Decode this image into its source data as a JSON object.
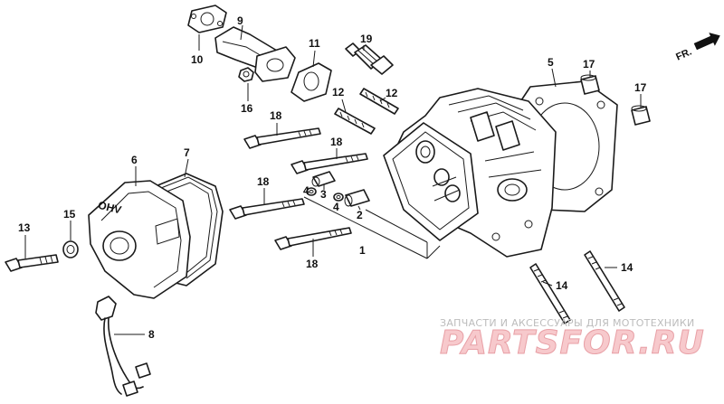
{
  "callouts": {
    "c1": "1",
    "c2": "2",
    "c3": "3",
    "c4a": "4",
    "c4b": "4",
    "c5": "5",
    "c6": "6",
    "c7": "7",
    "c8": "8",
    "c9": "9",
    "c10": "10",
    "c11": "11",
    "c12a": "12",
    "c12b": "12",
    "c13": "13",
    "c14a": "14",
    "c14b": "14",
    "c15": "15",
    "c16": "16",
    "c17a": "17",
    "c17b": "17",
    "c18a": "18",
    "c18b": "18",
    "c18c": "18",
    "c18d": "18",
    "c19": "19"
  },
  "direction": {
    "label": "FR."
  },
  "cover_marking": "OHV",
  "watermark": {
    "caption": "ЗАПЧАСТИ И АКСЕССУАРЫ ДЛЯ МОТОТЕХНИКИ",
    "logo": "PARTSFOR.RU"
  }
}
